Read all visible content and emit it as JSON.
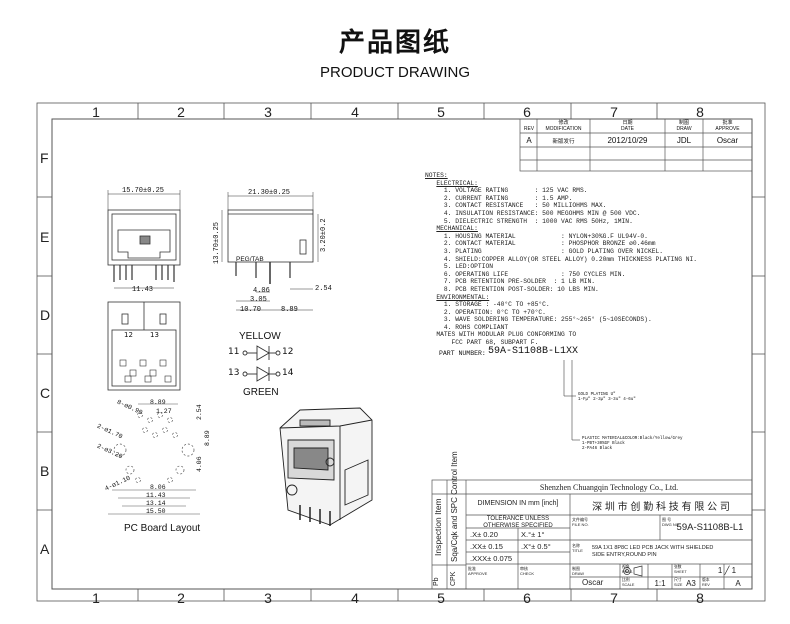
{
  "header": {
    "title_cn": "产品图纸",
    "title_en": "PRODUCT DRAWING"
  },
  "grid": {
    "columns": [
      "1",
      "2",
      "3",
      "4",
      "5",
      "6",
      "7",
      "8"
    ],
    "rows": [
      "F",
      "E",
      "D",
      "C",
      "B",
      "A"
    ]
  },
  "revision": {
    "headers": [
      "REV",
      "MODIFICATION",
      "DATE",
      "DRAW",
      "APPROVE"
    ],
    "headers_cn": [
      "",
      "修改",
      "日期",
      "制图",
      "批准"
    ],
    "row": {
      "rev": "A",
      "modification": "新版发行",
      "date": "2012/10/29",
      "draw": "JDL",
      "approve": "Oscar"
    }
  },
  "notes": {
    "title": "NOTES:",
    "electrical_title": "ELECTRICAL:",
    "electrical": [
      "1. VOLTAGE RATING       : 125 VAC RMS.",
      "2. CURRENT RATING       : 1.5 AMP.",
      "3. CONTACT RESISTANCE   : 50 MILLIOHMS MAX.",
      "4. INSULATION RESISTANCE: 500 MEGOHMS MIN @ 500 VDC.",
      "5. DIELECTRIC STRENGTH  : 1000 VAC RMS 50Hz, 1MIN."
    ],
    "mechanical_title": "MECHANICAL:",
    "mechanical": [
      "1. HOUSING MATERIAL            : NYLON+30%G.F UL94V-0.",
      "2. CONTACT MATERIAL            : PHOSPHOR BRONZE ø0.46mm",
      "3. PLATING                     : GOLD PLATING OVER NICKEL.",
      "4. SHIELD:COPPER ALLOY(OR STEEL ALLOY) 0.20mm THICKNESS PLATING NI.",
      "5. LED:OPTION",
      "6. OPERATING LIFE              : 750 CYCLES MIN.",
      "7. PCB RETENTION PRE-SOLDER  : 1 LB MIN.",
      "8. PCB RETENTION POST-SOLDER: 10 LBS MIN."
    ],
    "environmental_title": "ENVIRONMENTAL:",
    "environmental": [
      "1. STORAGE : -40°C TO +85°C.",
      "2. OPERATION: 0°C TO +70°C.",
      "3. WAVE SOLDERING TEMPERATURE: 255°~265° (5~10SECONDS).",
      "4. ROHS COMPLIANT"
    ],
    "mates": [
      "MATES WITH MODULAR PLUG CONFORMING TO",
      "    FCC PART 68, SUBPART F."
    ]
  },
  "part_number": {
    "label": "PART NUMBER:",
    "value": "59A-S1108B-L1XX",
    "gold_plating": "GOLD PLATING U\"",
    "gold_options": "1-Fµ\" 2-3µ\" 3-3u\" 4-6u\"",
    "plastic_material": "PLASTIC MATERIAL&COLOR:Black/Yellow/Grey",
    "plastic_options": [
      "1-PBT+30%GF Black",
      "2-PA46 Black"
    ]
  },
  "dims": {
    "front_width": "15.70±0.25",
    "front_pin": "11.43",
    "side_width": "21.30±0.25",
    "side_height": "13.70±0.25",
    "side_right": "3.20±0.2",
    "peg_tab": "PEG/TAB",
    "d406": "4.06",
    "d305": "3.05",
    "d254": "2.54",
    "d1070": "10.70",
    "d889": "8.89",
    "pcb_883": "8.89",
    "pcb_127": "1.27",
    "pcb_254": "2.54",
    "pcb_889v": "8.89",
    "pcb_806": "8.06",
    "pcb_1143": "11.43",
    "pcb_1314": "13.14",
    "pcb_1550": "15.50",
    "pcb_406v": "4.06",
    "hole_090": "8-ø0.90",
    "hole_170": "2-ø1.70",
    "hole_320": "2-ø3.20",
    "hole_110": "4-ø1.10",
    "pin12": "12",
    "pin13": "13",
    "pcb_layout": "PC Board Layout"
  },
  "leds": {
    "yellow": "YELLOW",
    "green": "GREEN",
    "y_a": "11",
    "y_b": "12",
    "g_a": "13",
    "g_b": "14"
  },
  "titleblock": {
    "company_en": "Shenzhen Chuangqin Technology Co., Ltd.",
    "company_cn": "深 圳 市 创 勤 科 技 有 限 公 司",
    "side_label": "Sqa/Cqk and SPC Control Item",
    "side_label2": "Inspection Item",
    "dimension_unit": "DIMENSION IN mm [inch]",
    "tolerance_title": "TOLERANCE UNLESS",
    "tolerance_sub": "OTHERWISE SPECIFIED",
    "tol": [
      ".X± 0.20",
      ".XX± 0.15",
      ".XXX± 0.075"
    ],
    "ang": [
      "X.°± 1°",
      ".X°± 0.5°"
    ],
    "file_no_label": "FILE NO.",
    "file_no_cn": "文件编号",
    "dwg_no_label": "DWG NO.",
    "dwg_no_cn": "图 号",
    "dwg_no": "59A-S1108B-L1",
    "title_label": "TITLE",
    "title_cn": "名称",
    "title_text1": "59A 1X1 8P8C LED PCB JACK WITH SHIELDED",
    "title_text2": "SIDE ENTRY,ROUND PIN",
    "approve_label": "APPROVE",
    "approve_cn": "批准",
    "check_label": "CHECK",
    "check_cn": "审核",
    "draw_label": "DRAW",
    "draw_cn": "制图",
    "draw_name": "Oscar",
    "proj_label": "PROJ.",
    "proj_cn": "视角",
    "sheet_label": "SHEET",
    "sheet_cn": "张数",
    "sheet": "1 ╱ 1",
    "scale_label": "SCALE",
    "scale_cn": "比例",
    "scale": "1:1",
    "size_label": "SIZE",
    "size_cn": "尺寸",
    "size": "A3",
    "rev_label": "REV",
    "rev_cn": "版本",
    "rev": "A",
    "pb_label": "Pb",
    "cpk_label": "CPK"
  }
}
